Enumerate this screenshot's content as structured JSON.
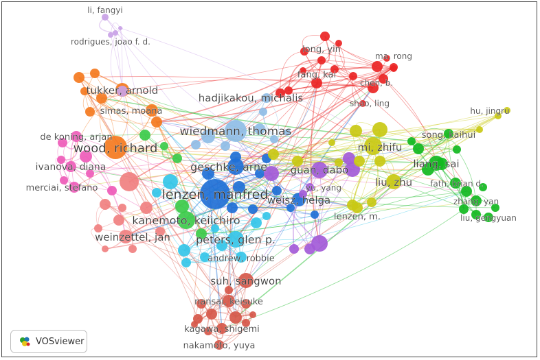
{
  "software_badge": {
    "label": "VOSviewer",
    "icon": "vosviewer-logo-icon"
  },
  "colors": {
    "orange": "#f47a1f",
    "pink": "#ee5bb8",
    "salmon": "#f08080",
    "purple_light": "#c9a2e6",
    "green_light": "#3ccb4a",
    "blue_light": "#8fbde6",
    "cyan": "#35c6e8",
    "blue": "#1f70d6",
    "purple": "#a35bd8",
    "red": "#ea2525",
    "yellow": "#c9c914",
    "green": "#12b81f",
    "brown": "#d6584a"
  },
  "authors": [
    {
      "label": "li, fangyi",
      "cluster": "purple_light",
      "weight": 1
    },
    {
      "label": "rodrigues, joao f. d.",
      "cluster": "purple_light",
      "weight": 1
    },
    {
      "label": "long, yin",
      "cluster": "red",
      "weight": 2
    },
    {
      "label": "ma, rong",
      "cluster": "red",
      "weight": 1
    },
    {
      "label": "fang, kai",
      "cluster": "red",
      "weight": 2
    },
    {
      "label": "chen, b.",
      "cluster": "red",
      "weight": 2
    },
    {
      "label": "shao, ling",
      "cluster": "red",
      "weight": 1
    },
    {
      "label": "tukker, arnold",
      "cluster": "orange",
      "weight": 3
    },
    {
      "label": "hadjikakou, michalis",
      "cluster": "blue_light",
      "weight": 2
    },
    {
      "label": "simas, moana",
      "cluster": "orange",
      "weight": 2
    },
    {
      "label": "hu, jingru",
      "cluster": "yellow",
      "weight": 1
    },
    {
      "label": "de koning, arjan",
      "cluster": "pink",
      "weight": 2
    },
    {
      "label": "wiedmann, thomas",
      "cluster": "blue_light",
      "weight": 5
    },
    {
      "label": "song, kaihui",
      "cluster": "green",
      "weight": 2
    },
    {
      "label": "wood, richard",
      "cluster": "orange",
      "weight": 6
    },
    {
      "label": "mi, zhifu",
      "cluster": "yellow",
      "weight": 4
    },
    {
      "label": "ivanova, diana",
      "cluster": "pink",
      "weight": 2
    },
    {
      "label": "geschke, arne",
      "cluster": "blue",
      "weight": 4
    },
    {
      "label": "guan, dabo",
      "cluster": "purple",
      "weight": 4
    },
    {
      "label": "liang, sai",
      "cluster": "green",
      "weight": 3
    },
    {
      "label": "merciai, stefano",
      "cluster": "pink",
      "weight": 2
    },
    {
      "label": "yu, yang",
      "cluster": "purple",
      "weight": 1
    },
    {
      "label": "liu, zhu",
      "cluster": "yellow",
      "weight": 3
    },
    {
      "label": "fath, brian d.",
      "cluster": "green",
      "weight": 1
    },
    {
      "label": "lenzen, manfred",
      "cluster": "blue",
      "weight": 7
    },
    {
      "label": "weisz, helga",
      "cluster": "blue",
      "weight": 2
    },
    {
      "label": "zhang, yan",
      "cluster": "green",
      "weight": 2
    },
    {
      "label": "lenzen, m.",
      "cluster": "yellow",
      "weight": 2
    },
    {
      "label": "liu, gengyuan",
      "cluster": "green",
      "weight": 1
    },
    {
      "label": "kanemoto, keiichiro",
      "cluster": "green_light",
      "weight": 4
    },
    {
      "label": "weinzettel, jan",
      "cluster": "salmon",
      "weight": 3
    },
    {
      "label": "peters, glen p.",
      "cluster": "cyan",
      "weight": 4
    },
    {
      "label": "andrew, robbie",
      "cluster": "cyan",
      "weight": 2
    },
    {
      "label": "suh, sangwon",
      "cluster": "brown",
      "weight": 3
    },
    {
      "label": "nansai, keisuke",
      "cluster": "brown",
      "weight": 2
    },
    {
      "label": "kagawa, shigemi",
      "cluster": "brown",
      "weight": 2
    },
    {
      "label": "nakamoto, yuya",
      "cluster": "brown",
      "weight": 2
    }
  ]
}
